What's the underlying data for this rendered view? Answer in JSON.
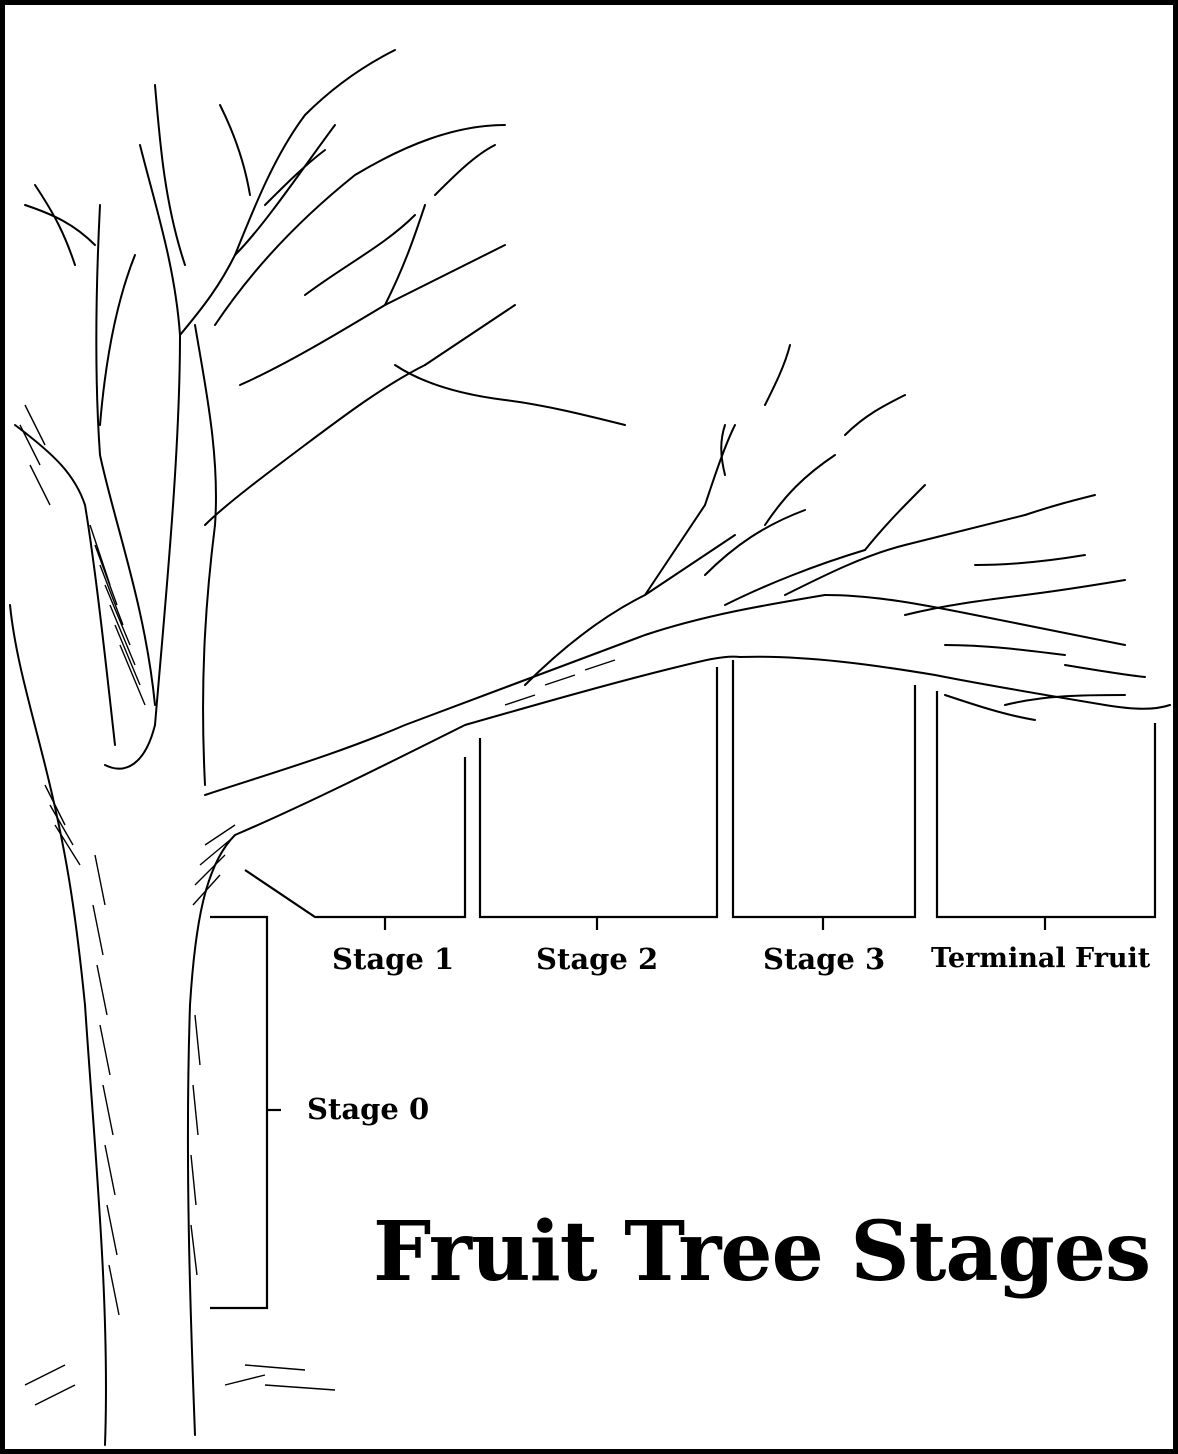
{
  "title": "Fruit Tree Stages",
  "stages": {
    "stage0": "Stage 0",
    "stage1": "Stage 1",
    "stage2": "Stage 2",
    "stage3": "Stage 3",
    "terminal": "Terminal Fruit"
  },
  "colors": {
    "ink": "#000000",
    "paper": "#ffffff"
  }
}
